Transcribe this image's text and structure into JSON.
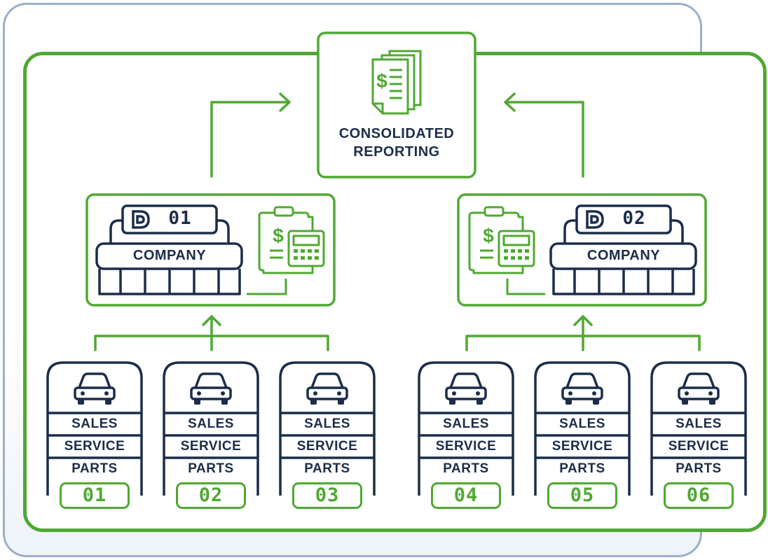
{
  "report": {
    "line1": "CONSOLIDATED",
    "line2": "REPORTING"
  },
  "companies": [
    {
      "number": "01",
      "label": "COMPANY"
    },
    {
      "number": "02",
      "label": "COMPANY"
    }
  ],
  "stores": [
    {
      "sales": "SALES",
      "service": "SERVICE",
      "parts": "PARTS",
      "number": "01"
    },
    {
      "sales": "SALES",
      "service": "SERVICE",
      "parts": "PARTS",
      "number": "02"
    },
    {
      "sales": "SALES",
      "service": "SERVICE",
      "parts": "PARTS",
      "number": "03"
    },
    {
      "sales": "SALES",
      "service": "SERVICE",
      "parts": "PARTS",
      "number": "04"
    },
    {
      "sales": "SALES",
      "service": "SERVICE",
      "parts": "PARTS",
      "number": "05"
    },
    {
      "sales": "SALES",
      "service": "SERVICE",
      "parts": "PARTS",
      "number": "06"
    }
  ],
  "colors": {
    "green": "#4fa832",
    "navy": "#1b2d49",
    "outer_border": "#9ab0c4"
  },
  "icons": [
    "report-documents-icon",
    "dealer-logo-icon",
    "building-icon",
    "clipboard-dollar-icon",
    "calculator-icon",
    "car-icon",
    "arrow-icon"
  ]
}
